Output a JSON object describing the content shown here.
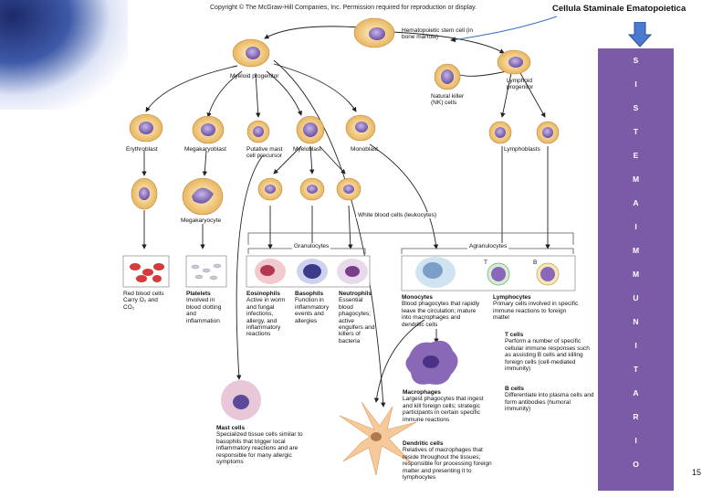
{
  "copyright": "Copyright © The McGraw-Hill Companies, Inc. Permission required for reproduction or display.",
  "callout": "Cellula Staminale Ematopoietica",
  "page_number": "15",
  "side_bar": {
    "color": "#7b5ba6",
    "letters": [
      "S",
      "I",
      "S",
      "T",
      "E",
      "M",
      "A",
      "I",
      "M",
      "M",
      "U",
      "N",
      "I",
      "T",
      "A",
      "R",
      "I",
      "O"
    ]
  },
  "labels": {
    "stem_cell": "Hematopoietic stem cell (in bone marrow)",
    "myeloid_progenitor": "Myeloid progenitor",
    "lymphoid_progenitor": "Lymphoid progenitor",
    "nk_cells": "Natural killer (NK) cells",
    "erythroblast": "Erythroblast",
    "megakaryoblast": "Megakaryoblast",
    "putative_mast": "Putative mast cell precursor",
    "myeloblast": "Myeloblast",
    "monoblast": "Monoblast",
    "lymphoblasts": "Lymphoblasts",
    "megakaryocyte": "Megakaryocyte",
    "white_blood_cells": "White blood cells (leukocytes)",
    "granulocytes": "Granulocytes",
    "agranulocytes": "Agranulocytes",
    "t_label": "T",
    "b_label": "B"
  },
  "descriptions": {
    "rbc_title": "Red blood cells",
    "rbc_text": "Carry O₂ and CO₂",
    "platelets_title": "Platelets",
    "platelets_text": "Involved in blood clotting and inflammation",
    "eosinophils_title": "Eosinophils",
    "eosinophils_text": "Active in worm and fungal infections, allergy, and inflammatory reactions",
    "basophils_title": "Basophils",
    "basophils_text": "Function in inflammatory events and allergies",
    "neutrophils_title": "Neutrophils",
    "neutrophils_text": "Essential blood phagocytes; active engulfers and killers of bacteria",
    "monocytes_title": "Monocytes",
    "monocytes_text": "Blood phagocytes that rapidly leave the circulation; mature into macrophages and dendritic cells",
    "lymphocytes_title": "Lymphocytes",
    "lymphocytes_text": "Primary cells involved in specific immune reactions to foreign matter",
    "tcells_title": "T cells",
    "tcells_text": "Perform a number of specific cellular immune responses such as assisting B cells and killing foreign cells (cell-mediated immunity)",
    "bcells_title": "B cells",
    "bcells_text": "Differentiate into plasma cells and form antibodies (humoral immunity)",
    "macrophages_title": "Macrophages",
    "macrophages_text": "Largest phagocytes that ingest and kill foreign cells; strategic participants in certain specific immune reactions",
    "dendritic_title": "Dendritic cells",
    "dendritic_text": "Relatives of macrophages that reside throughout the tissues; responsible for processing foreign matter and presenting it to lymphocytes",
    "mast_title": "Mast cells",
    "mast_text": "Specialized tissue cells similar to basophils that trigger local inflammatory reactions and are responsible for many allergic symptoms"
  }
}
